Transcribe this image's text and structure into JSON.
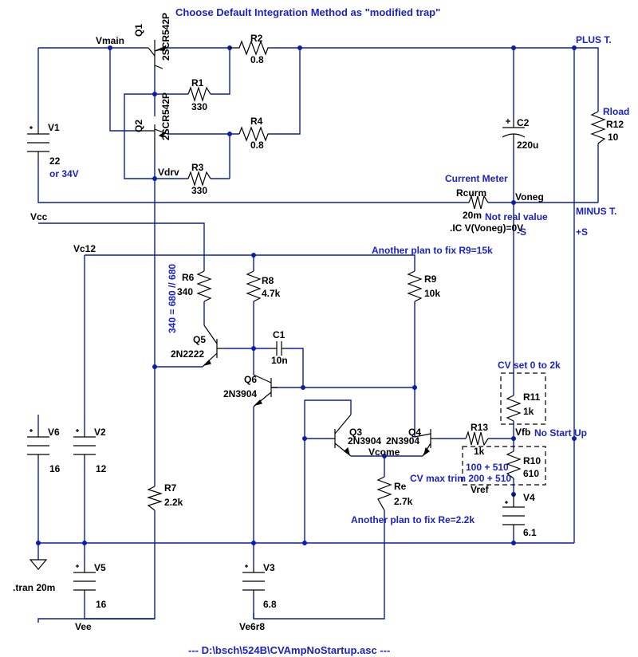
{
  "notes": {
    "integration": "Choose Default Integration Method as \"modified trap\"",
    "current_meter": "Current Meter",
    "not_real": "Not real value",
    "ic": ".IC V(Voneg)=0V",
    "r9_plan": "Another plan to fix R9=15k",
    "r6_note": "340 = 680 // 680",
    "cv_set": "CV set 0 to 2k",
    "no_startup": "No Start Up",
    "r10_alt": "100 + 510",
    "cv_trim": "CV max trim 200 + 510",
    "re_plan": "Another plan to fix Re=2.2k",
    "tran": ".tran 20m",
    "file": "---  D:\\bsch\\524B\\CVAmpNoStartup.asc  ---"
  },
  "nets": {
    "vmain": "Vmain",
    "vdrv": "Vdrv",
    "vcc": "Vcc",
    "vc12": "Vc12",
    "voneg": "Voneg",
    "vcome": "Vcome",
    "vfb": "Vfb",
    "vref": "Vref",
    "vee": "Vee",
    "ve6r8": "Ve6r8",
    "plus_t": "PLUS T.",
    "minus_t": "MINUS T.",
    "minus_s": "-S",
    "plus_s": "+S"
  },
  "components": {
    "q1": {
      "name": "Q1",
      "model": "2SCR542P"
    },
    "q2": {
      "name": "Q2",
      "model": "2SCR542P"
    },
    "q3": {
      "name": "Q3",
      "model": "2N3904"
    },
    "q4": {
      "name": "Q4",
      "model": "2N3904"
    },
    "q5": {
      "name": "Q5",
      "model": "2N2222"
    },
    "q6": {
      "name": "Q6",
      "model": "2N3904"
    },
    "r1": {
      "name": "R1",
      "value": "330"
    },
    "r2": {
      "name": "R2",
      "value": "0.8"
    },
    "r3": {
      "name": "R3",
      "value": "330"
    },
    "r4": {
      "name": "R4",
      "value": "0.8"
    },
    "r6": {
      "name": "R6",
      "value": "340"
    },
    "r7": {
      "name": "R7",
      "value": "2.2k"
    },
    "r8": {
      "name": "R8",
      "value": "4.7k"
    },
    "r9": {
      "name": "R9",
      "value": "10k"
    },
    "r10": {
      "name": "R10",
      "value": "610"
    },
    "r11": {
      "name": "R11",
      "value": "1k"
    },
    "r12": {
      "name": "R12",
      "value": "10",
      "label": "Rload"
    },
    "r13": {
      "name": "R13",
      "value": "1k"
    },
    "re": {
      "name": "Re",
      "value": "2.7k"
    },
    "rcurm": {
      "name": "Rcurm",
      "value": "20m"
    },
    "c1": {
      "name": "C1",
      "value": "10n"
    },
    "c2": {
      "name": "C2",
      "value": "220u"
    },
    "v1": {
      "name": "V1",
      "value": "22",
      "alt": "or 34V"
    },
    "v2": {
      "name": "V2",
      "value": "12"
    },
    "v3": {
      "name": "V3",
      "value": "6.8"
    },
    "v4": {
      "name": "V4",
      "value": "6.1"
    },
    "v5": {
      "name": "V5",
      "value": "16"
    },
    "v6": {
      "name": "V6",
      "value": "16"
    }
  },
  "colors": {
    "wire": "#0a1ea8",
    "text": "#1a22c8",
    "symbol": "#000000"
  }
}
